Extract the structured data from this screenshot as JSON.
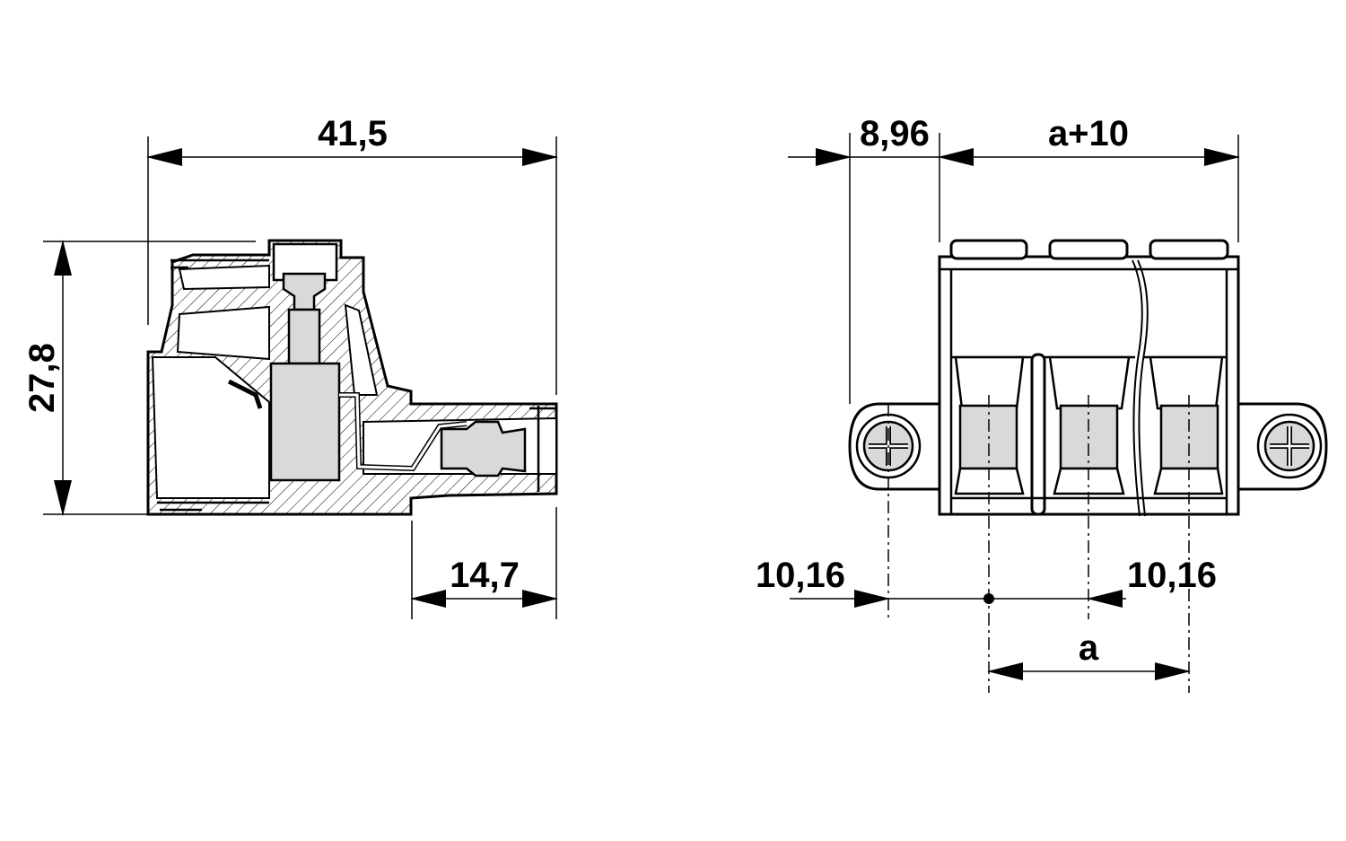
{
  "side_view": {
    "width_label": "41,5",
    "height_label": "27,8",
    "depth_label": "14,7"
  },
  "front_view": {
    "flange_label": "8,96",
    "total_label": "a+10",
    "left_offset_label": "10,16",
    "right_offset_label": "10,16",
    "pitch_label": "a"
  },
  "colors": {
    "line": "#000000",
    "fill_grey": "#d9d9d9",
    "background": "#ffffff"
  }
}
